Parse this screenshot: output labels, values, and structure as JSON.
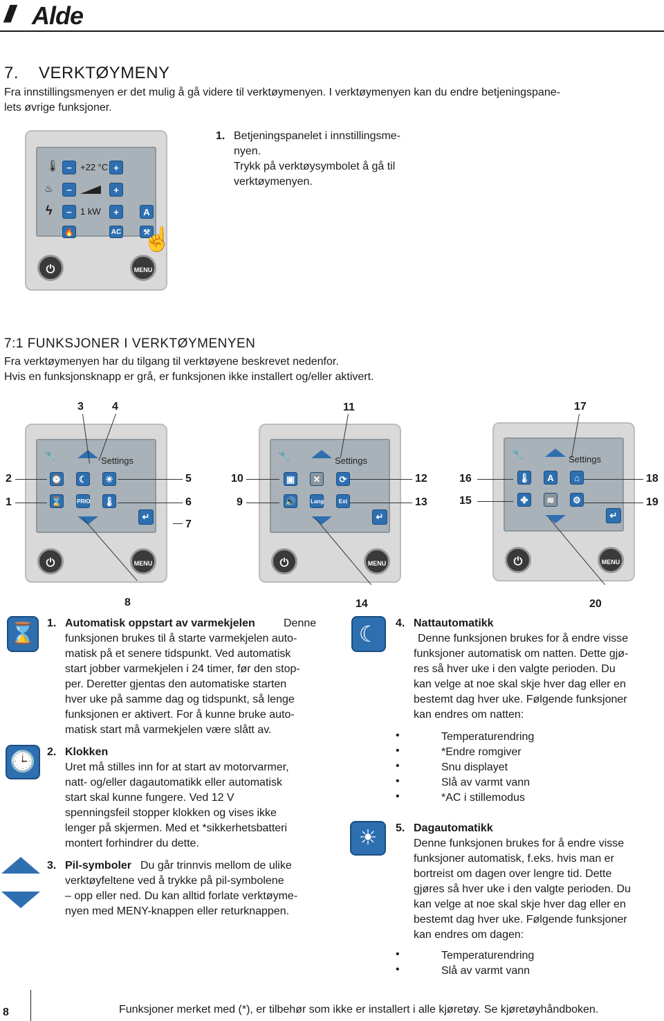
{
  "header": {
    "logo": "Alde",
    "logo_mark": "///"
  },
  "section7": {
    "number": "7.",
    "title": "VERKTØYMENY",
    "intro_1": "Fra innstillingsmenyen er det mulig å gå videre til verktøymenyen. I verktøymenyen kan du endre betjeningspane-",
    "intro_2": "lets øvrige funksjoner.",
    "step_number": "1.",
    "step_lines": [
      "Betjeningspanelet i innstillingsme-",
      "nyen.",
      "Trykk på verktøysymbolet å gå til",
      "verktøymenyen."
    ]
  },
  "panel1": {
    "temp": "+22 °C",
    "power": "1 kW",
    "ac": "AC",
    "auto": "A",
    "minus": "−",
    "plus": "+",
    "menu": "MENU"
  },
  "section71": {
    "title": "7:1   FUNKSJONER I VERKTØYMENYEN",
    "line1": "Fra verktøymenyen har du tilgang til verktøyene beskrevet nedenfor.",
    "line2": "Hvis en funksjonsknapp er grå, er funksjonen ikke installert og/eller aktivert."
  },
  "panels": {
    "settings": "Settings",
    "menu": "MENU",
    "prio": "PRIO",
    "lang": "Lang",
    "ext": "Ext",
    "auto": "A"
  },
  "callouts": [
    "3",
    "4",
    "11",
    "17",
    "2",
    "1",
    "5",
    "6",
    "7",
    "10",
    "9",
    "12",
    "13",
    "16",
    "15",
    "18",
    "19",
    "8",
    "14",
    "20"
  ],
  "left_col": {
    "item1_num": "1.",
    "item1_title": "Automatisk oppstart av varmekjelen",
    "item1_lines": [
      "Denne",
      "funksjonen brukes til å starte varmekjelen auto-",
      "matisk på et senere tidspunkt. Ved automatisk",
      "start jobber varmekjelen i 24 timer, før den stop-",
      "per. Deretter gjentas den automatiske starten",
      "hver uke på samme dag og tidspunkt, så lenge",
      "funksjonen er aktivert. For å kunne bruke auto-",
      "matisk start må varmekjelen være slått av."
    ],
    "item2_num": "2.",
    "item2_title": "Klokken",
    "item2_lines": [
      "Uret må stilles inn for at start av motorvarmer,",
      "natt- og/eller dagautomatikk eller automatisk",
      "start skal kunne fungere. Ved 12 V",
      "spenningsfeil stopper klokken og vises ikke",
      "lenger på skjermen. Med et *sikkerhetsbatteri",
      "montert forhindrer du dette."
    ],
    "item3_num": "3.",
    "item3_title": "Pil-symboler",
    "item3_lines": [
      "Du går trinnvis mellom de ulike",
      "verktøyfeltene ved å trykke på pil-symbolene",
      "– opp eller ned. Du kan alltid forlate verktøyme-",
      "nyen med MENY-knappen eller returknappen."
    ]
  },
  "right_col": {
    "item4_num": "4.",
    "item4_title": "Nattautomatikk",
    "item4_lines": [
      "Denne funksjonen brukes for å endre visse",
      "funksjoner automatisk om natten. Dette gjø-",
      "res så hver uke i den valgte perioden. Du",
      "kan velge at noe skal skje hver dag eller en",
      "bestemt dag hver uke. Følgende funksjoner",
      "kan endres om natten:"
    ],
    "item4_bullets": [
      "Temperaturendring",
      "*Endre romgiver",
      "Snu displayet",
      "Slå av varmt vann",
      "*AC i stillemodus"
    ],
    "item5_num": "5.",
    "item5_title": "Dagautomatikk",
    "item5_lines": [
      "Denne funksjonen brukes for å endre visse",
      "funksjoner automatisk, f.eks. hvis man er",
      "bortreist om dagen over lengre tid. Dette",
      "gjøres så hver uke i den valgte perioden. Du",
      "kan velge at noe skal skje hver dag eller en",
      "bestemt dag hver uke. Følgende funksjoner",
      "kan endres om dagen:"
    ],
    "item5_bullets": [
      "Temperaturendring",
      "Slå av varmt vann"
    ],
    "bullet_char": "•"
  },
  "footer": {
    "page": "8",
    "note": "Funksjoner merket med (*), er tilbehør som ikke er installert i alle kjøretøy. Se kjøretøyhåndboken."
  }
}
